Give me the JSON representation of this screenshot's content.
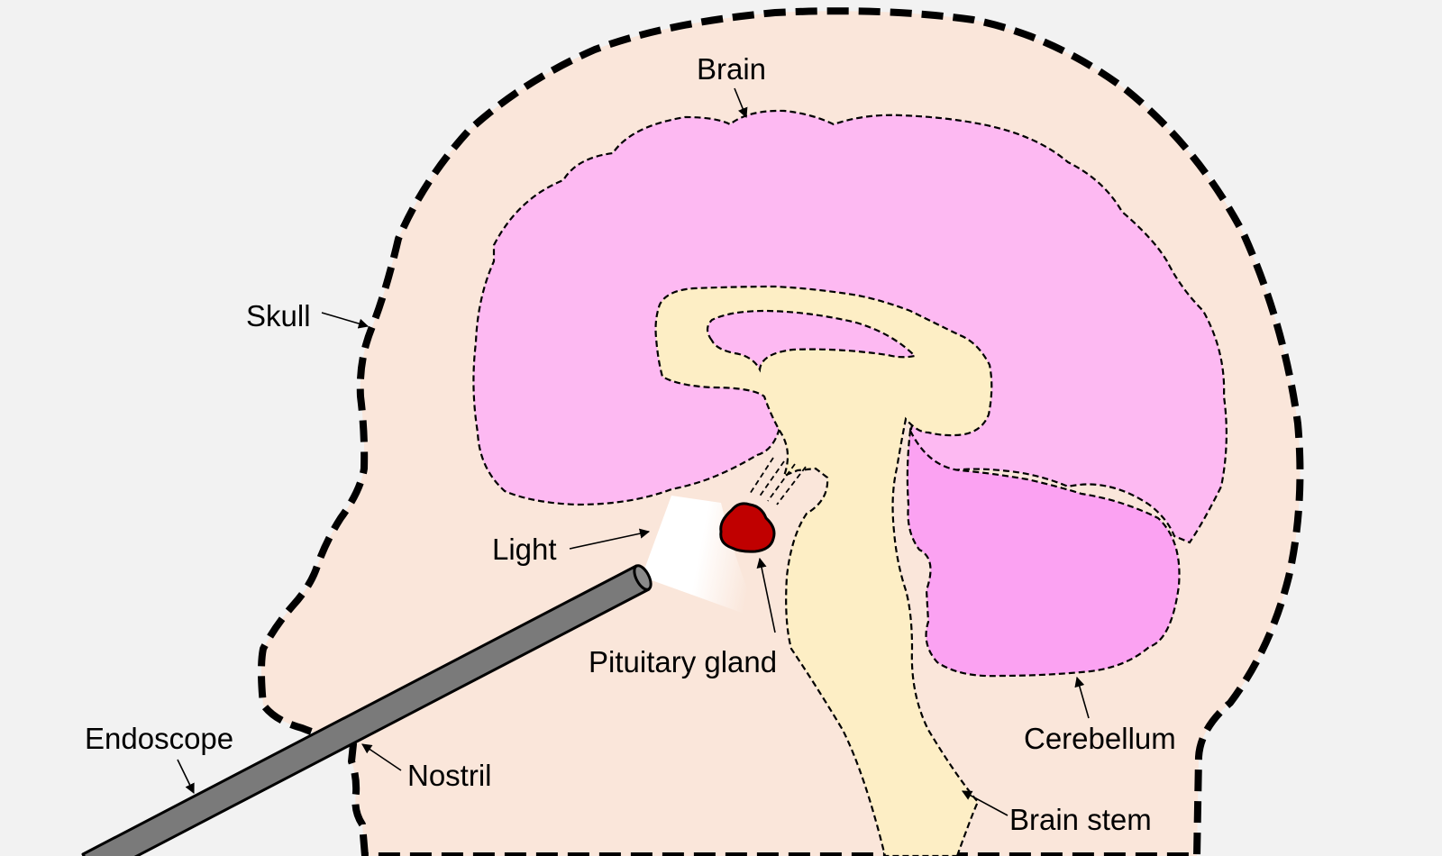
{
  "labels": {
    "brain": "Brain",
    "skull": "Skull",
    "light": "Light",
    "pituitary_gland": "Pituitary gland",
    "endoscope": "Endoscope",
    "nostril": "Nostril",
    "cerebellum": "Cerebellum",
    "brain_stem": "Brain stem"
  },
  "colors": {
    "background": "#f2f2f2",
    "head_skin": "#fae6da",
    "cerebrum": "#fdb9f2",
    "cerebellum": "#fba2f2",
    "brain_stem": "#fdeec5",
    "pituitary": "#c00000",
    "endoscope": "#7a7a7a",
    "light_beam": "#ffffff",
    "outline": "#000000"
  }
}
